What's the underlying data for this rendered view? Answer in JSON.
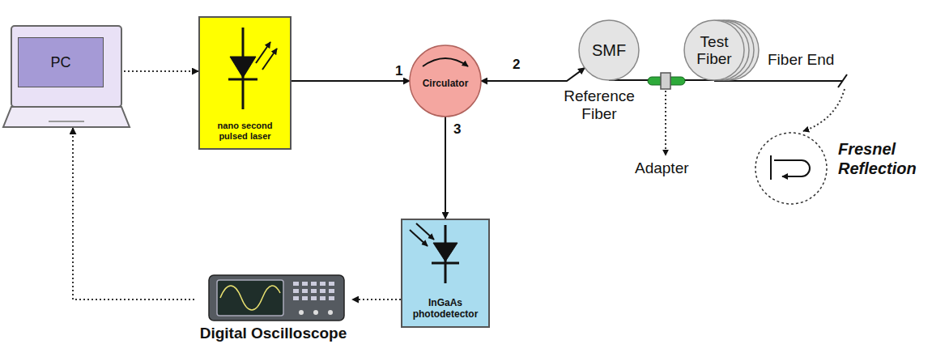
{
  "diagram": {
    "nodes": [
      {
        "text": [
          "PC"
        ]
      },
      {
        "text": [
          "nano second pulsed laser"
        ]
      },
      {
        "text": [
          "Circulator"
        ]
      },
      {
        "text": [
          "InGaAs photodetector"
        ]
      },
      {
        "text": [
          "Digital Oscilloscope"
        ]
      },
      {
        "text": [
          "SMF"
        ]
      },
      {
        "text": [
          "Test Fiber"
        ]
      },
      {
        "text": [
          "Fresnel Reflection"
        ]
      }
    ],
    "edges": [
      {
        "from": 0,
        "to": 1,
        "arrow": "to"
      },
      {
        "from": 1,
        "to": 2,
        "arrow": "to"
      },
      {
        "from": 2,
        "to": 3,
        "arrow": "to"
      },
      {
        "from": 3,
        "to": 4,
        "arrow": "to"
      },
      {
        "from": 4,
        "to": 0,
        "arrow": "to"
      },
      {
        "from": 2,
        "to": 5,
        "arrow": "both"
      },
      {
        "from": 5,
        "to": 6,
        "arrow": "none"
      }
    ],
    "labels": [
      "1",
      "2",
      "3",
      "Reference Fiber",
      "Adapter",
      "Fiber End"
    ]
  }
}
